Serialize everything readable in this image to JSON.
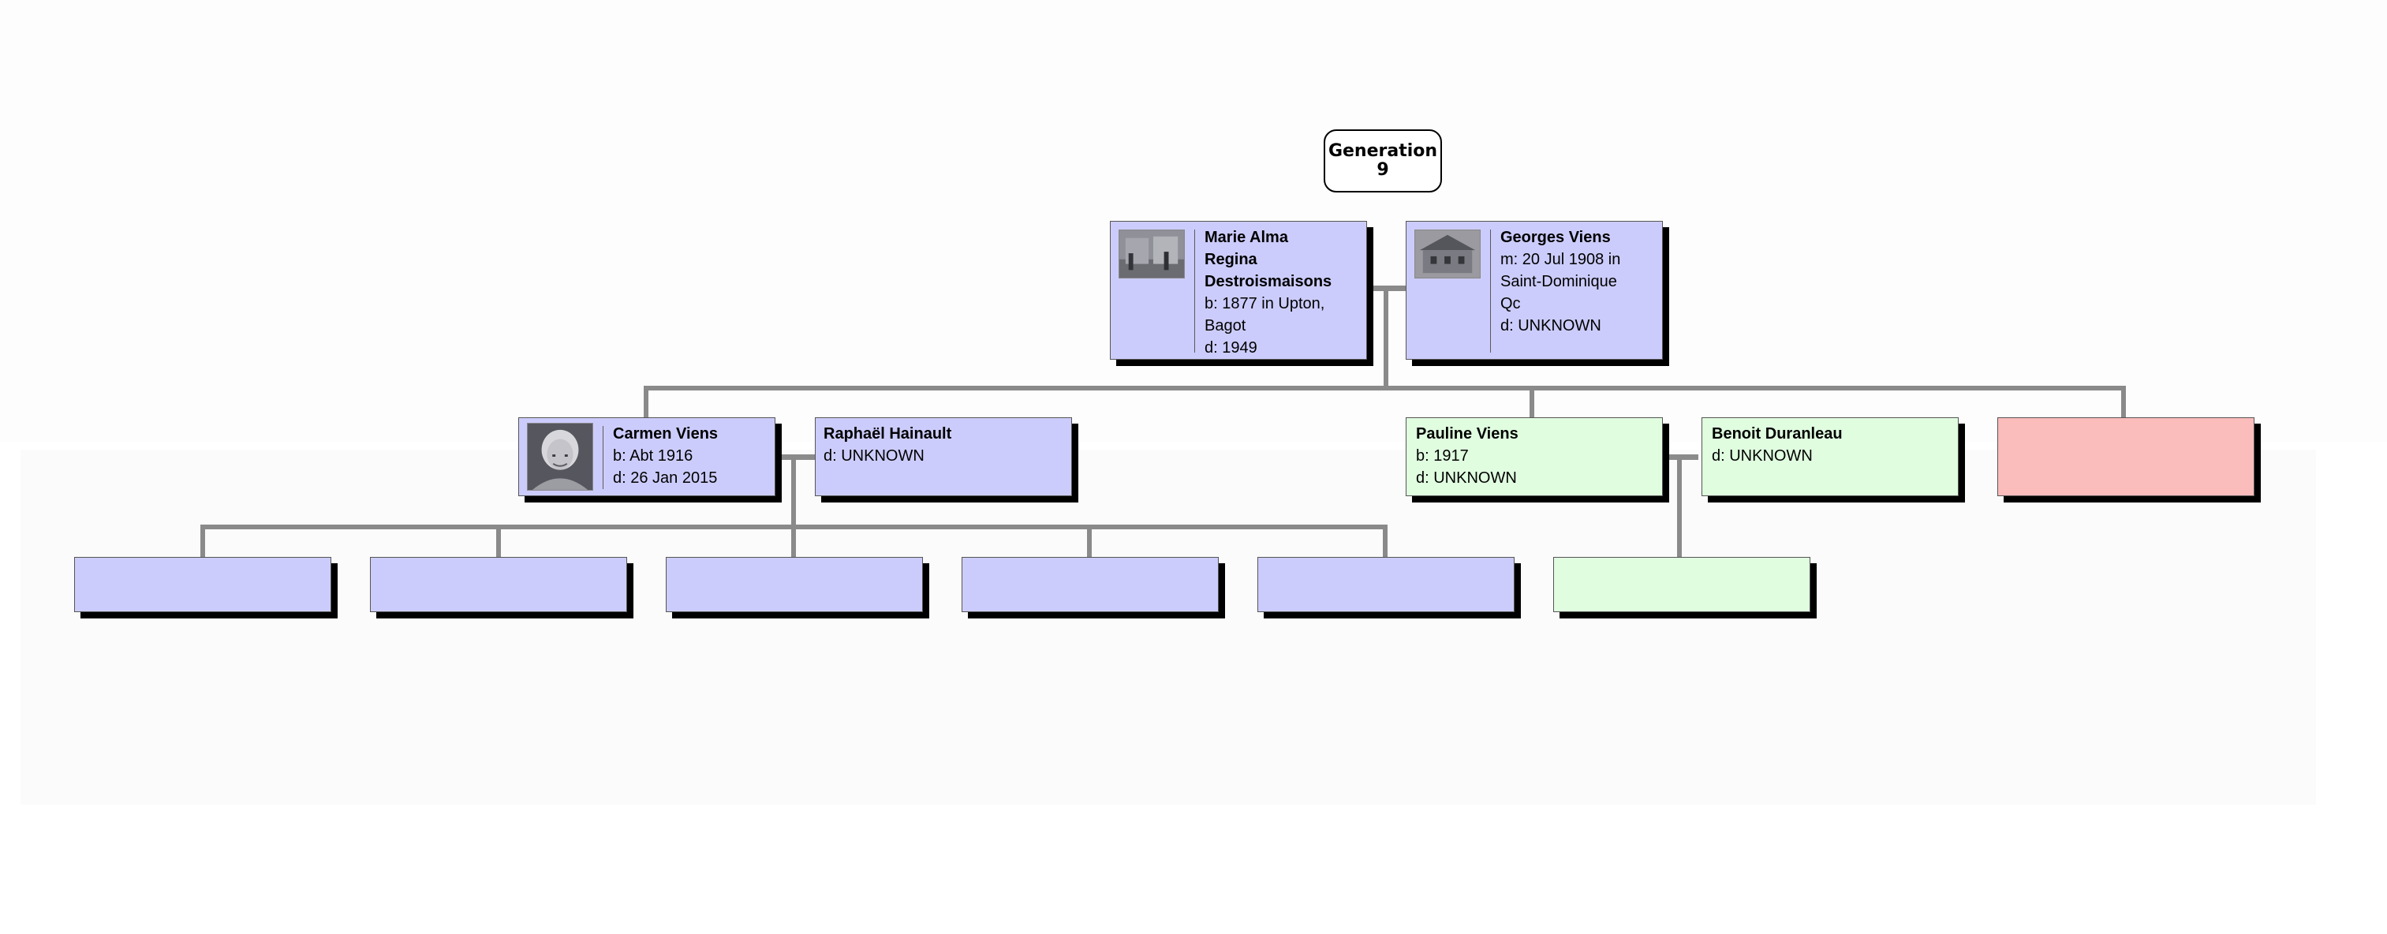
{
  "generation": {
    "label": "Generation",
    "number": "9"
  },
  "parents": {
    "mother": {
      "name_lines": [
        "Marie Alma",
        "Regina",
        "Destroismaisons"
      ],
      "birth_lines": [
        "b: 1877 in Upton,",
        "Bagot"
      ],
      "death": "d: 1949",
      "photo": "old-photo-icon"
    },
    "father": {
      "name": "Georges Viens",
      "marriage_lines": [
        "m: 20 Jul 1908 in",
        "Saint-Dominique",
        "Qc"
      ],
      "death": "d: UNKNOWN",
      "photo": "old-photo-icon"
    }
  },
  "children": {
    "carmen": {
      "name": "Carmen Viens",
      "birth": "b: Abt 1916",
      "death": "d: 26 Jan 2015",
      "photo": "portrait-photo-icon"
    },
    "raphael": {
      "name": "Raphaël Hainault",
      "death": "d: UNKNOWN"
    },
    "pauline": {
      "name": "Pauline Viens",
      "birth": "b: 1917",
      "death": "d: UNKNOWN"
    },
    "benoit": {
      "name": "Benoit Duranleau",
      "death": "d: UNKNOWN"
    }
  },
  "colors": {
    "male_box": "#ccccfc",
    "female_box": "#e0fde0",
    "unknown_box": "#fbbcbc",
    "connector": "#8a8a8a",
    "shadow": "#000000"
  }
}
